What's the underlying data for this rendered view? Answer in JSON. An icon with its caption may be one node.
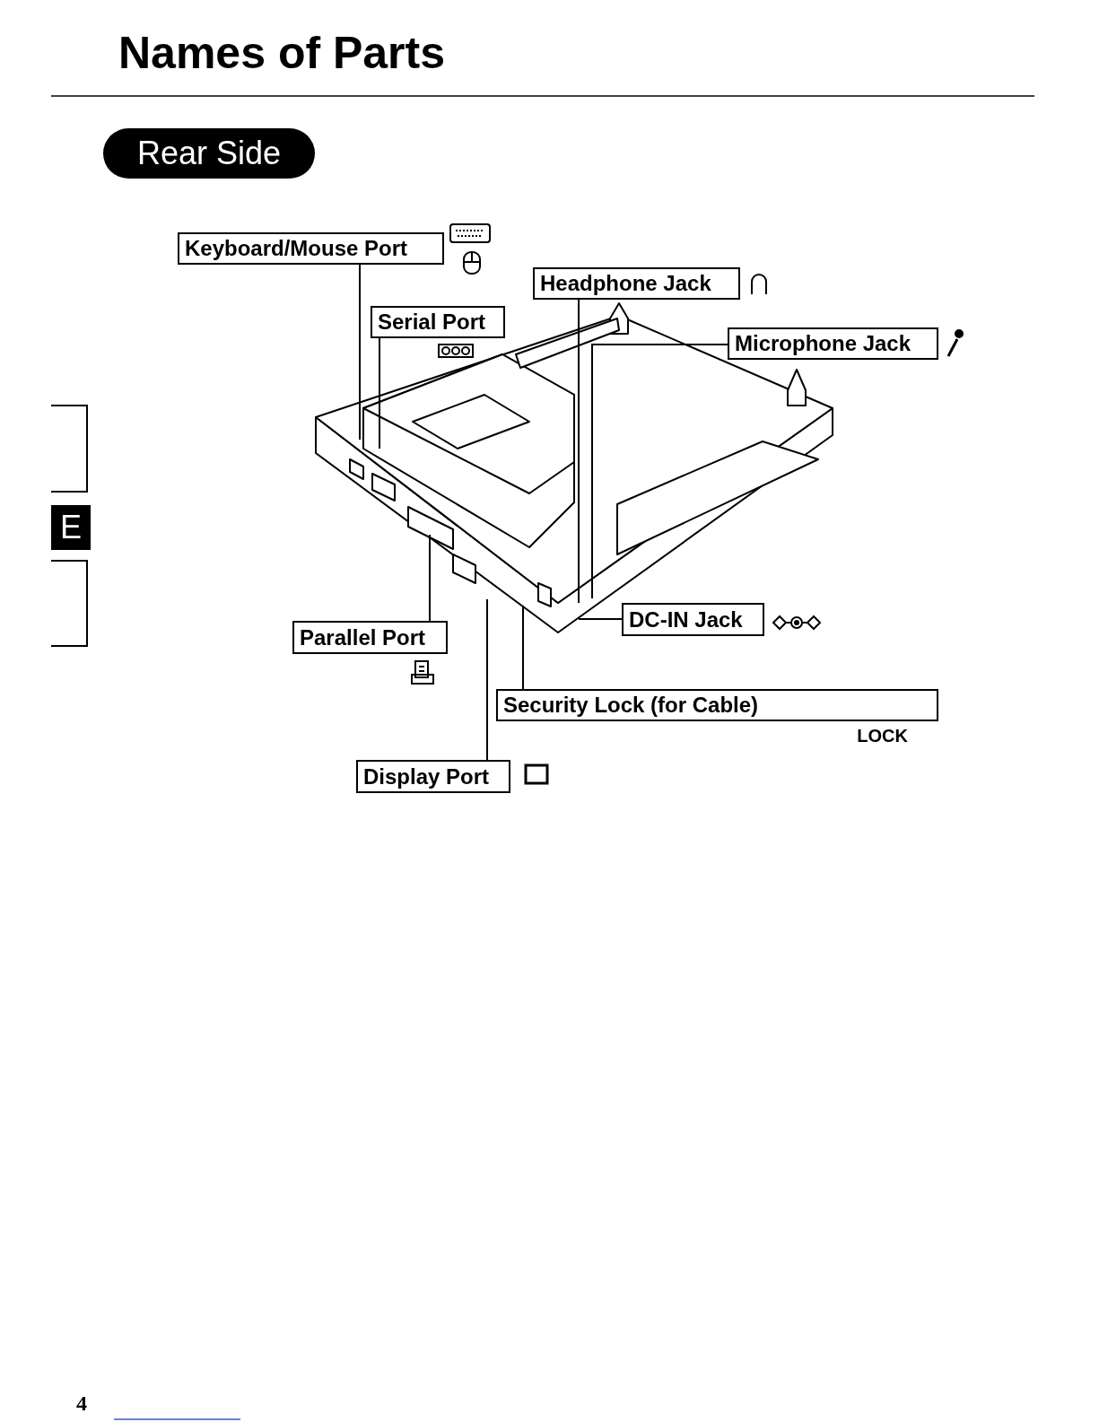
{
  "diagram": {
    "title": "Names of Parts",
    "nodes": [
      {
        "text": [
          "Rear Side"
        ]
      },
      {
        "text": [
          "Keyboard/Mouse Port"
        ]
      },
      {
        "text": [
          "Headphone Jack"
        ]
      },
      {
        "text": [
          "Serial Port"
        ]
      },
      {
        "text": [
          "Microphone Jack"
        ]
      },
      {
        "text": [
          "E"
        ]
      },
      {
        "text": [
          "DC-IN Jack"
        ]
      },
      {
        "text": [
          "Parallel Port"
        ]
      },
      {
        "text": [
          "Security Lock (for Cable)"
        ],
        "beside": [
          "LOCK"
        ]
      },
      {
        "text": [
          "Display Port"
        ]
      }
    ],
    "edges": [
      {
        "from": 1,
        "to": null,
        "arrow": "none"
      },
      {
        "from": 2,
        "to": null,
        "arrow": "none"
      },
      {
        "from": 3,
        "to": null,
        "arrow": "none"
      },
      {
        "from": 4,
        "to": null,
        "arrow": "none"
      },
      {
        "from": 7,
        "to": null,
        "arrow": "none"
      },
      {
        "from": 6,
        "to": null,
        "arrow": "none"
      },
      {
        "from": 8,
        "to": null,
        "arrow": "none"
      },
      {
        "from": 9,
        "to": null,
        "arrow": "none"
      }
    ],
    "labels": [
      "4"
    ]
  }
}
